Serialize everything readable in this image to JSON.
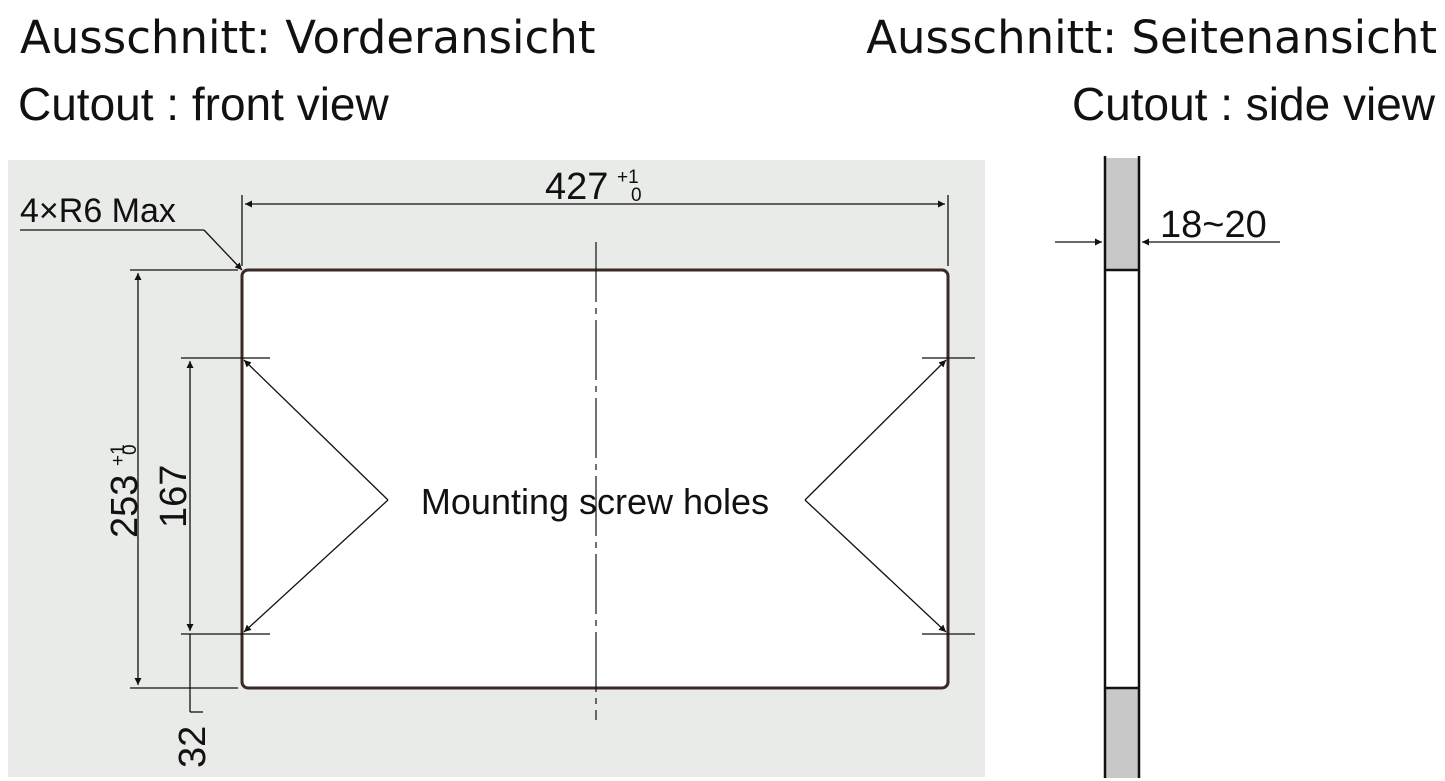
{
  "front_view": {
    "title_de": "Ausschnitt: Vorderansicht",
    "title_en": "Cutout : front view",
    "corner_radius_label": "4×R6 Max",
    "width_value": "427",
    "width_tol_upper": "+1",
    "width_tol_lower": "0",
    "height_value": "253",
    "height_tol_upper": "+1",
    "height_tol_lower": "0",
    "hole_spacing": "167",
    "hole_offset": "32",
    "callout": "Mounting screw holes"
  },
  "side_view": {
    "title_de": "Ausschnitt: Seitenansicht",
    "title_en": "Cutout : side view",
    "thickness_label": "18~20"
  },
  "colors": {
    "panel_background": "#e9ebe8",
    "cutout_outline": "#3a2a26",
    "line": "#111111",
    "side_hatch": "#c8c8c8"
  }
}
